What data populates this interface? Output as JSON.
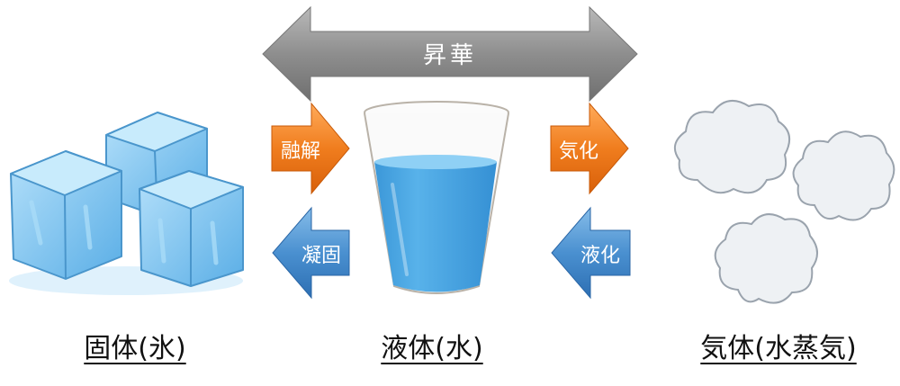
{
  "process_labels": {
    "sublimation": "昇華",
    "melting": "融解",
    "freezing": "凝固",
    "vaporization": "気化",
    "condensation": "液化"
  },
  "state_labels": {
    "solid": "固体(氷)",
    "liquid": "液体(水)",
    "gas": "気体(水蒸気)"
  },
  "illustrations": {
    "solid": "ice-cubes",
    "liquid": "glass-of-water",
    "gas": "steam-clouds"
  },
  "colors": {
    "sublimation_arrow": "#8c8c8c",
    "melt_vapor_arrows": "#f07d1e",
    "freeze_condense_arrows": "#4a90d0",
    "ice": "#7ec3ee",
    "water": "#4aa6e0",
    "cloud": "#eef1f4"
  }
}
